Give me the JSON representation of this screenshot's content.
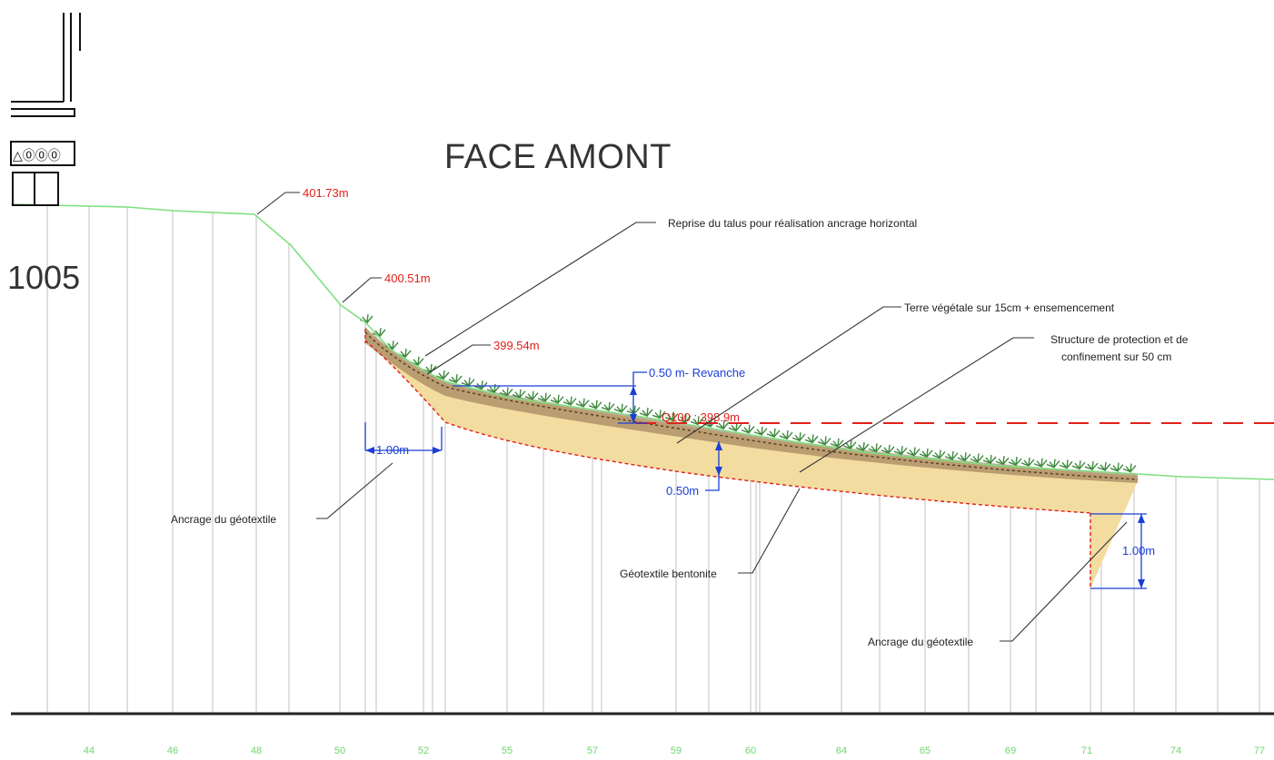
{
  "title": "FACE AMONT",
  "section_id": "1005",
  "structure_symbol": "△⓪⓪⓪",
  "elevations": {
    "top": "401.73m",
    "mid": "400.51m",
    "toe": "399.54m",
    "flood": "Q100 : 398.9m"
  },
  "dimensions": {
    "revanche": "0.50 m- Revanche",
    "anchor_left": "1.00m",
    "thickness": "0.50m",
    "anchor_right": "1.00m"
  },
  "labels": {
    "reprise": "Reprise du talus pour réalisation ancrage horizontal",
    "terre": "Terre végétale sur 15cm + ensemencement",
    "structure_line1": "Structure de protection et de",
    "structure_line2": "confinement sur 50 cm",
    "ancrage_left": "Ancrage du géotextile",
    "geotextile": "Géotextile bentonite",
    "ancrage_right": "Ancrage du géotextile"
  },
  "stations": [
    "44",
    "46",
    "48",
    "50",
    "52",
    "55",
    "57",
    "59",
    "60",
    "64",
    "65",
    "69",
    "71",
    "74",
    "77"
  ],
  "colors": {
    "ground": "#7fe07f",
    "elevation_text": "#e0201a",
    "dimension": "#1a3fd8",
    "fill": "#f3dca0",
    "vegetation": "#3f8a3f",
    "baseline": "#222222",
    "station": "#6fd66f"
  }
}
